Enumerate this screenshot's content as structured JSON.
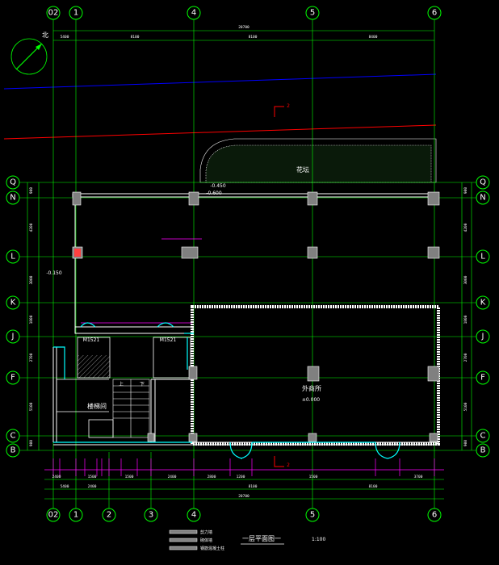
{
  "north_label": "北",
  "axes_top": [
    "02",
    "1",
    "4",
    "5",
    "6"
  ],
  "axes_bottom": [
    "02",
    "1",
    "2",
    "3",
    "4",
    "5",
    "6"
  ],
  "axes_rows": [
    "Q",
    "N",
    "L",
    "K",
    "J",
    "F",
    "C",
    "B"
  ],
  "dims_top_total": "20700",
  "dims_top_spans": [
    "5400",
    "8100",
    "8100",
    "8400"
  ],
  "dims_bottom_total": "20700",
  "dims_bottom_spans": [
    "5400",
    "2400",
    "8100",
    "8100"
  ],
  "dims_bottom_detail": [
    "2400",
    "1500",
    "1500",
    "2400",
    "2800",
    "1200",
    "1500",
    "3700"
  ],
  "dims_left": [
    "900",
    "4200",
    "3000",
    "1800",
    "2700",
    "5100",
    "900"
  ],
  "dims_right": [
    "900",
    "4200",
    "3000",
    "1800",
    "2700",
    "5100",
    "900"
  ],
  "rooms": {
    "flowerbed": "花坛",
    "shop": "外商所",
    "stair": "楼梯间",
    "room_a": "M1521",
    "room_b": "M1521",
    "stair_up": "上",
    "stair_dn": "下"
  },
  "section_mark": "2",
  "levels": {
    "l1": "-0.450",
    "l2": "-0.600",
    "l3": "±0.000",
    "l4": "-0.150"
  },
  "legend": [
    "剪力墙",
    "砌体墙",
    "钢筋混凝土柱"
  ],
  "drawing_title": "一层平面图一",
  "scale": "1:100",
  "colors": {
    "grid": "#00ff00",
    "wall": "#ffffff",
    "dim": "#ff00ff",
    "red": "#ff0000",
    "blue": "#0000ff",
    "cyan": "#00ffff",
    "column": "#808080"
  }
}
